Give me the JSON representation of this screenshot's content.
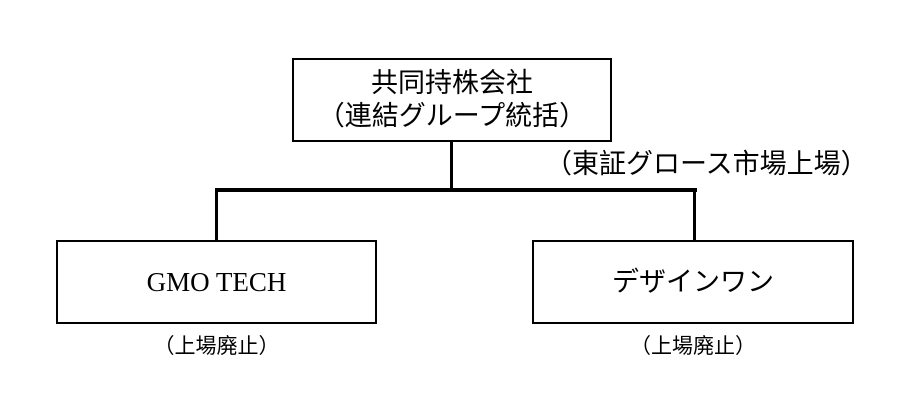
{
  "colors": {
    "background": "#ffffff",
    "line": "#000000",
    "text": "#000000"
  },
  "org_chart": {
    "type": "organization-diagram",
    "parent": {
      "title_line1": "共同持株会社",
      "title_line2": "（連結グループ統括）",
      "listing_note": "（東証グロース市場上場）"
    },
    "subsidiaries": [
      {
        "name": "GMO TECH",
        "status_note": "（上場廃止）"
      },
      {
        "name": "デザインワン",
        "status_note": "（上場廃止）"
      }
    ]
  }
}
